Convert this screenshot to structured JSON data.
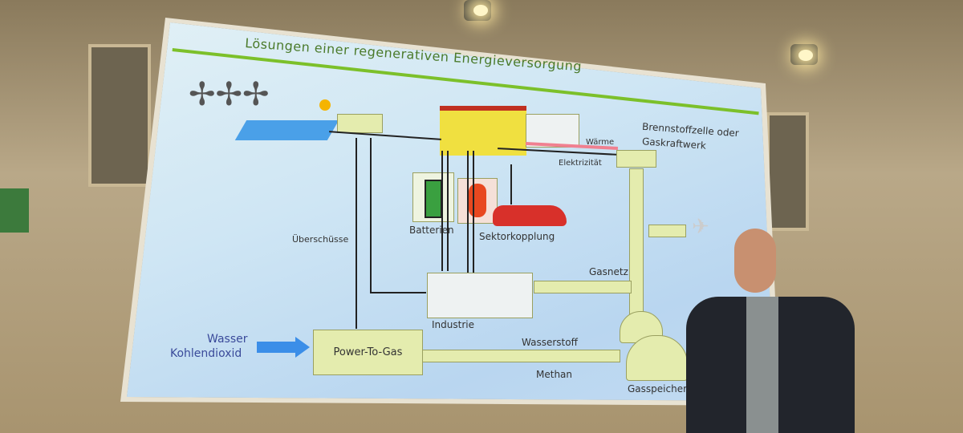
{
  "slide": {
    "title": "Lösungen einer regenerativen Energieversorgung",
    "labels": {
      "brennstoffzelle": "Brennstoffzelle oder",
      "gaskraftwerk": "Gaskraftwerk",
      "waerme": "Wärme",
      "elektrizitaet": "Elektrizität",
      "batterien": "Batterien",
      "sektorkopplung": "Sektorkopplung",
      "ueberschuesse": "Überschüsse",
      "gasnetz": "Gasnetz",
      "industrie": "Industrie",
      "wasserstoff": "Wasserstoff",
      "methan": "Methan",
      "gasspeicher": "Gasspeicher",
      "wasser": "Wasser",
      "kohlendioxid": "Kohlendioxid",
      "power_to_gas": "Power-To-Gas"
    }
  },
  "colors": {
    "accent_green": "#7cc02a",
    "arrow_blue": "#3b8ee8",
    "heat_red": "#f08090"
  }
}
